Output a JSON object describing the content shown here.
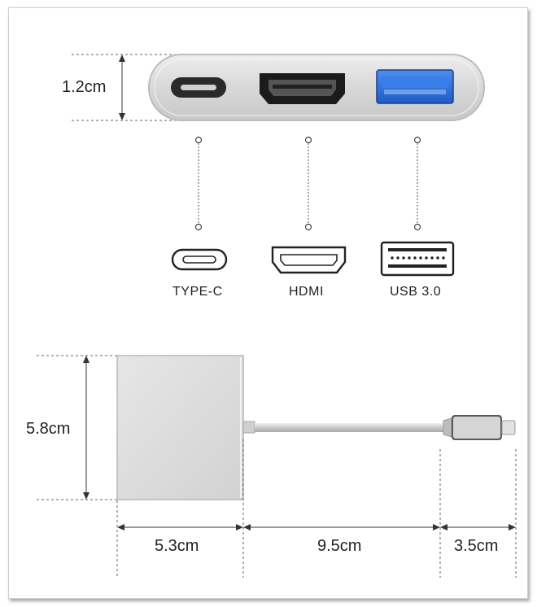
{
  "top_view": {
    "height_label": "1.2cm",
    "ports": [
      {
        "label": "TYPE-C",
        "icon": "usb-c-port-icon"
      },
      {
        "label": "HDMI",
        "icon": "hdmi-port-icon"
      },
      {
        "label": "USB 3.0",
        "icon": "usb-a-port-icon"
      }
    ],
    "colors": {
      "body": "#d9d9d9",
      "port_blue": "#2f6fd6",
      "port_dark": "#1b1b1b"
    }
  },
  "side_view": {
    "height_label": "5.8cm",
    "body_width_label": "5.3cm",
    "cable_length_label": "9.5cm",
    "connector_length_label": "3.5cm"
  }
}
